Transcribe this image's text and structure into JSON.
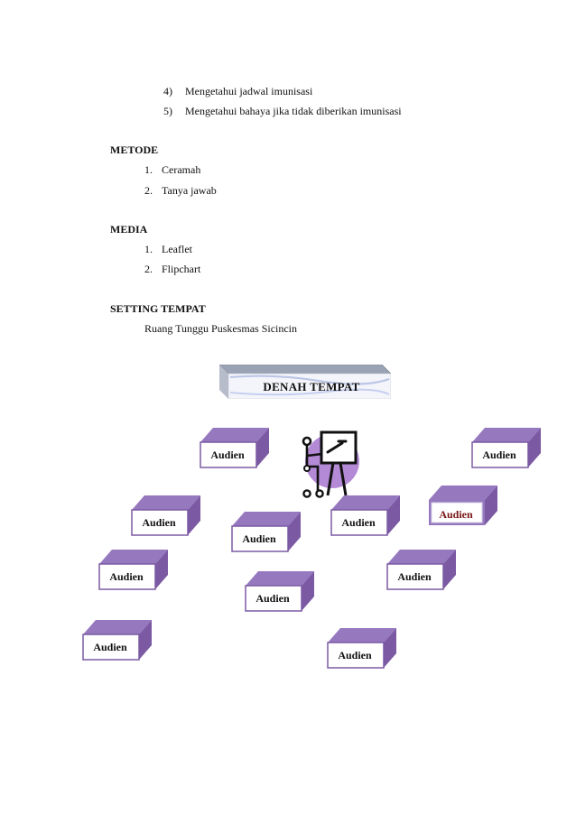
{
  "objectives": [
    {
      "num": "4)",
      "text": "Mengetahui jadwal imunisasi"
    },
    {
      "num": "5)",
      "text": "Mengetahui bahaya jika tidak diberikan imunisasi"
    }
  ],
  "metode": {
    "heading": "METODE",
    "items": [
      {
        "num": "1.",
        "text": "Ceramah"
      },
      {
        "num": "2.",
        "text": "Tanya jawab"
      }
    ]
  },
  "media": {
    "heading": "MEDIA",
    "items": [
      {
        "num": "1.",
        "text": "Leaflet"
      },
      {
        "num": "2.",
        "text": "Flipchart"
      }
    ]
  },
  "setting": {
    "heading": "SETTING TEMPAT",
    "text": "Ruang Tunggu Puskesmas Sicincin"
  },
  "diagram": {
    "title": "DENAH TEMPAT",
    "presenter_icon": "presenter-at-board-icon",
    "audience_label": "Audien",
    "colors": {
      "box_face": "#ffffff",
      "box_side": "#7b5aa3",
      "box_top": "#9678bf",
      "circle": "#b48ad6",
      "highlight_text": "#7a1414"
    }
  }
}
